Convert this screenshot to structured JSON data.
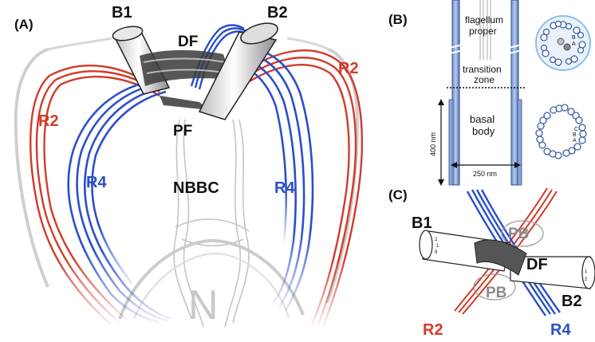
{
  "panels": {
    "a": {
      "label": "(A)",
      "b1": "B1",
      "b2": "B2",
      "df": "DF",
      "pf": "PF",
      "r2_left": "R2",
      "r2_right": "R2",
      "r4_left": "R4",
      "r4_right": "R4",
      "nbbc": "NBBC",
      "n_glyph": "N"
    },
    "b": {
      "label": "(B)",
      "flagellum_line1": "flagellum",
      "flagellum_line2": "proper",
      "transition_line1": "transition",
      "transition_line2": "zone",
      "basal_line1": "basal",
      "basal_line2": "body",
      "height_dim": "400 nm",
      "width_dim": "250 nm",
      "doublet_b": "B",
      "doublet_a": "A",
      "triplet_c": "C",
      "triplet_b": "B",
      "triplet_a": "A"
    },
    "c": {
      "label": "(C)",
      "b1": "B1",
      "b2": "B2",
      "df": "DF",
      "pb_top": "PB",
      "pb_bottom": "PB",
      "r2": "R2",
      "r4": "R4",
      "b1_tick_1": "2",
      "b1_tick_2": "1",
      "b1_tick_3": "9",
      "b2_tick_1": "1",
      "b2_tick_2": "2"
    }
  },
  "colors": {
    "red": "#d13b2a",
    "blue": "#2b4fc8",
    "gray": "#8a8a8a",
    "basal_blue": "#4f74b8",
    "text": "#111111"
  }
}
